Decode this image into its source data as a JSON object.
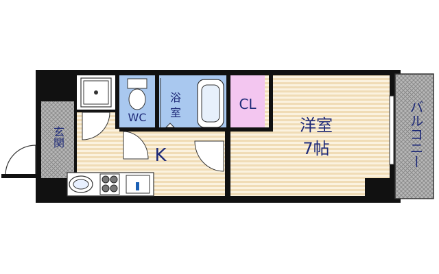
{
  "rooms": {
    "entrance": "玄関",
    "wc": "WC",
    "bath_line1": "浴",
    "bath_line2": "室",
    "closet": "CL",
    "kitchen": "K",
    "western_room_name": "洋室",
    "western_room_size": "7帖",
    "balcony": "バルコニー"
  },
  "colors": {
    "wall": "#111111",
    "floor_stripes": "#f3e1bf",
    "bath_area": "#a9c8ef",
    "closet": "#f3c6f0",
    "balcony_tile": "#9a9a9a",
    "label_text": "#1e2a78"
  }
}
